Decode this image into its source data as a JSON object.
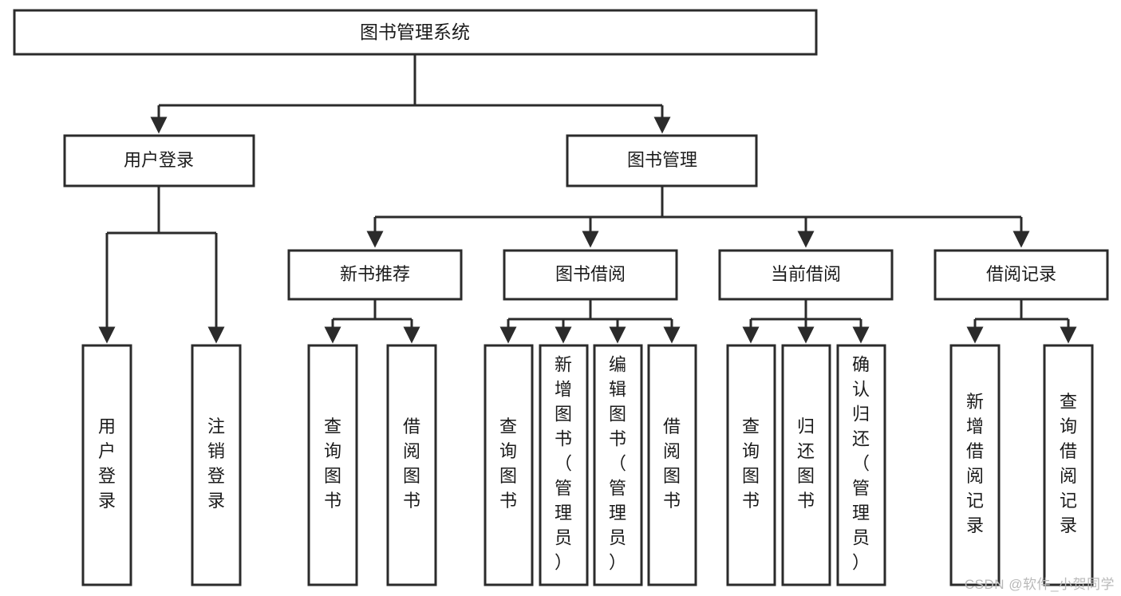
{
  "diagram": {
    "type": "tree",
    "title": "图书管理系统",
    "root": {
      "id": "root",
      "label": "图书管理系统"
    },
    "level2": [
      {
        "id": "user-login",
        "label": "用户登录"
      },
      {
        "id": "book-manage",
        "label": "图书管理"
      }
    ],
    "level3": [
      {
        "id": "new-book-rec",
        "label": "新书推荐",
        "parent": "book-manage"
      },
      {
        "id": "book-borrow",
        "label": "图书借阅",
        "parent": "book-manage"
      },
      {
        "id": "current-borrow",
        "label": "当前借阅",
        "parent": "book-manage"
      },
      {
        "id": "borrow-record",
        "label": "借阅记录",
        "parent": "book-manage"
      }
    ],
    "leaves": [
      {
        "id": "leaf-user-login",
        "label": "用户登录",
        "parent": "user-login"
      },
      {
        "id": "leaf-logout",
        "label": "注销登录",
        "parent": "user-login"
      },
      {
        "id": "leaf-query-book-1",
        "label": "查询图书",
        "parent": "new-book-rec"
      },
      {
        "id": "leaf-borrow-book-1",
        "label": "借阅图书",
        "parent": "new-book-rec"
      },
      {
        "id": "leaf-query-book-2",
        "label": "查询图书",
        "parent": "book-borrow"
      },
      {
        "id": "leaf-add-book",
        "label": "新增图书（管理员）",
        "parent": "book-borrow"
      },
      {
        "id": "leaf-edit-book",
        "label": "编辑图书（管理员）",
        "parent": "book-borrow"
      },
      {
        "id": "leaf-borrow-book-2",
        "label": "借阅图书",
        "parent": "book-borrow"
      },
      {
        "id": "leaf-query-book-3",
        "label": "查询图书",
        "parent": "current-borrow"
      },
      {
        "id": "leaf-return-book",
        "label": "归还图书",
        "parent": "current-borrow"
      },
      {
        "id": "leaf-confirm-return",
        "label": "确认归还（管理员）",
        "parent": "current-borrow"
      },
      {
        "id": "leaf-add-record",
        "label": "新增借阅记录",
        "parent": "borrow-record"
      },
      {
        "id": "leaf-query-record",
        "label": "查询借阅记录",
        "parent": "borrow-record"
      }
    ],
    "colors": {
      "stroke": "#2b2b2b",
      "fill": "#ffffff",
      "text": "#1b1b1b",
      "watermark": "#b9b9b9"
    }
  },
  "watermark": {
    "text": "CSDN @软件_小贺同学"
  }
}
